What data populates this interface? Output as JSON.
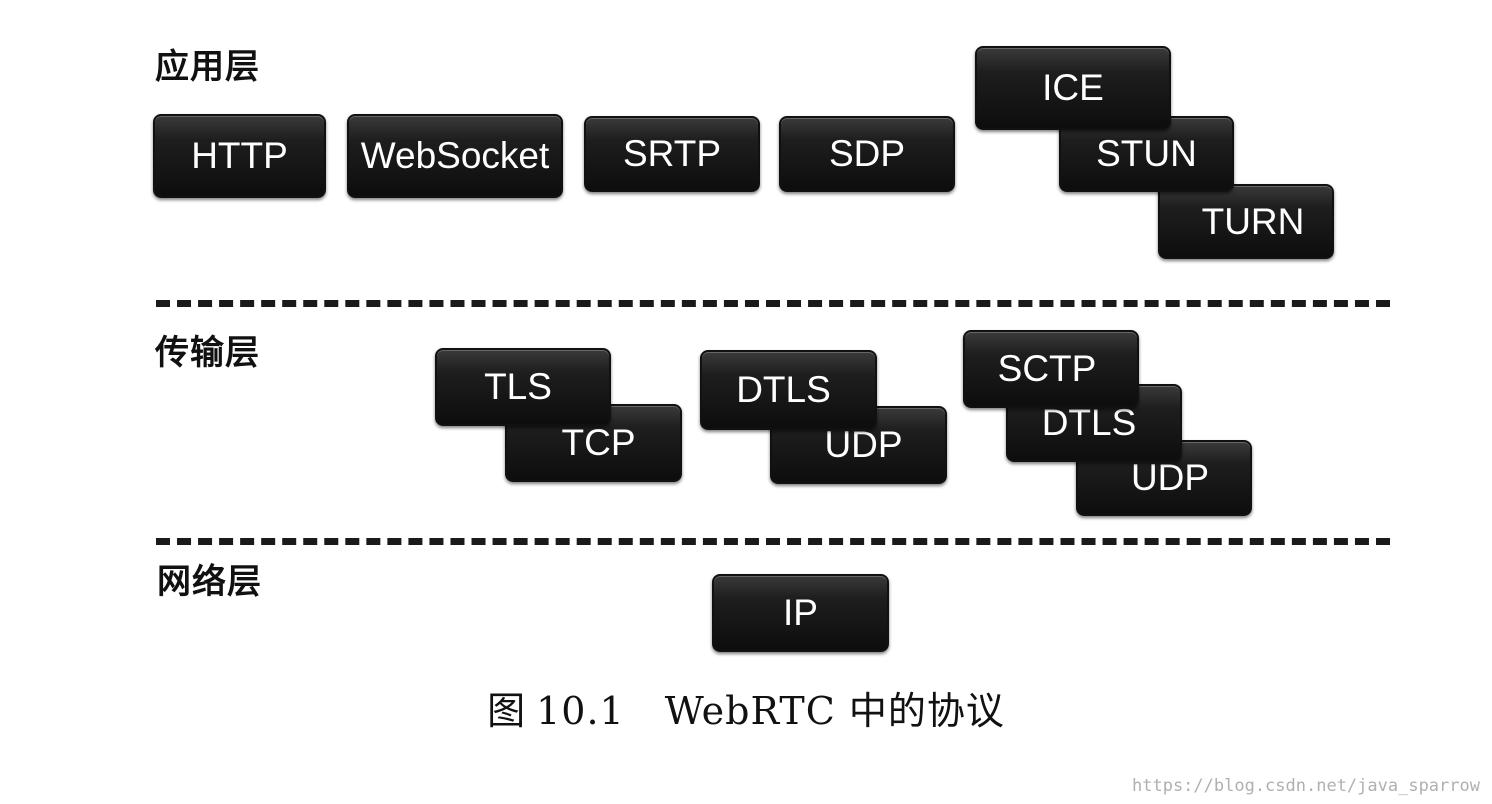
{
  "layers": {
    "application": {
      "label": "应用层",
      "protocols": {
        "http": "HTTP",
        "websocket": "WebSocket",
        "srtp": "SRTP",
        "sdp": "SDP",
        "ice": "ICE",
        "stun": "STUN",
        "turn": "TURN"
      }
    },
    "transport": {
      "label": "传输层",
      "protocols": {
        "tls": "TLS",
        "tcp": "TCP",
        "dtls_a": "DTLS",
        "udp_a": "UDP",
        "sctp": "SCTP",
        "dtls_b": "DTLS",
        "udp_b": "UDP"
      }
    },
    "network": {
      "label": "网络层",
      "protocols": {
        "ip": "IP"
      }
    }
  },
  "caption": {
    "prefix": "图",
    "number": "10.1",
    "title": "WebRTC 中的协议"
  },
  "watermark": "https://blog.csdn.net/java_sparrow",
  "colors": {
    "box_fill": "#111111",
    "box_text": "#ffffff",
    "divider": "#1a1a1a",
    "label": "#111111"
  }
}
